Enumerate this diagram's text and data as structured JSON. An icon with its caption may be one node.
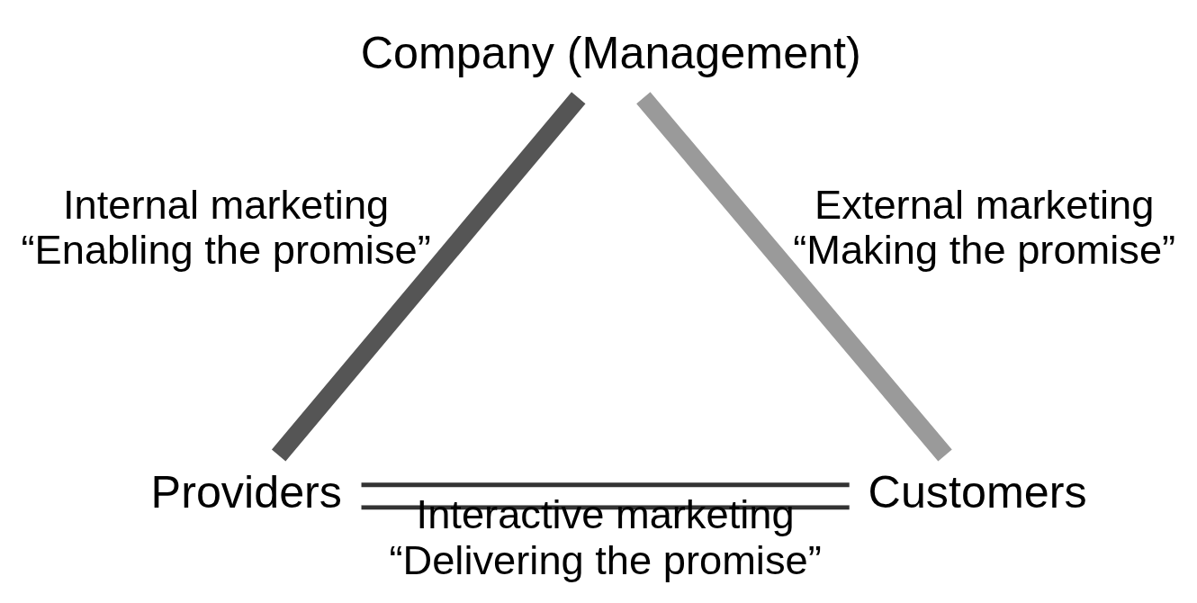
{
  "diagram": {
    "nodes": [
      {
        "text": [
          "Company (Management)"
        ]
      },
      {
        "text": [
          "Providers"
        ]
      },
      {
        "text": [
          "Customers"
        ]
      }
    ],
    "edges": [
      {
        "from": 0,
        "to": 1,
        "arrow": "none",
        "label": "Internal marketing “Enabling the promise”",
        "color": "#555555"
      },
      {
        "from": 0,
        "to": 2,
        "arrow": "none",
        "label": "External marketing “Making the promise”",
        "color": "#9a9a9a"
      },
      {
        "from": 1,
        "to": 2,
        "arrow": "none",
        "label": "Interactive marketing “Delivering the promise”"
      }
    ]
  }
}
